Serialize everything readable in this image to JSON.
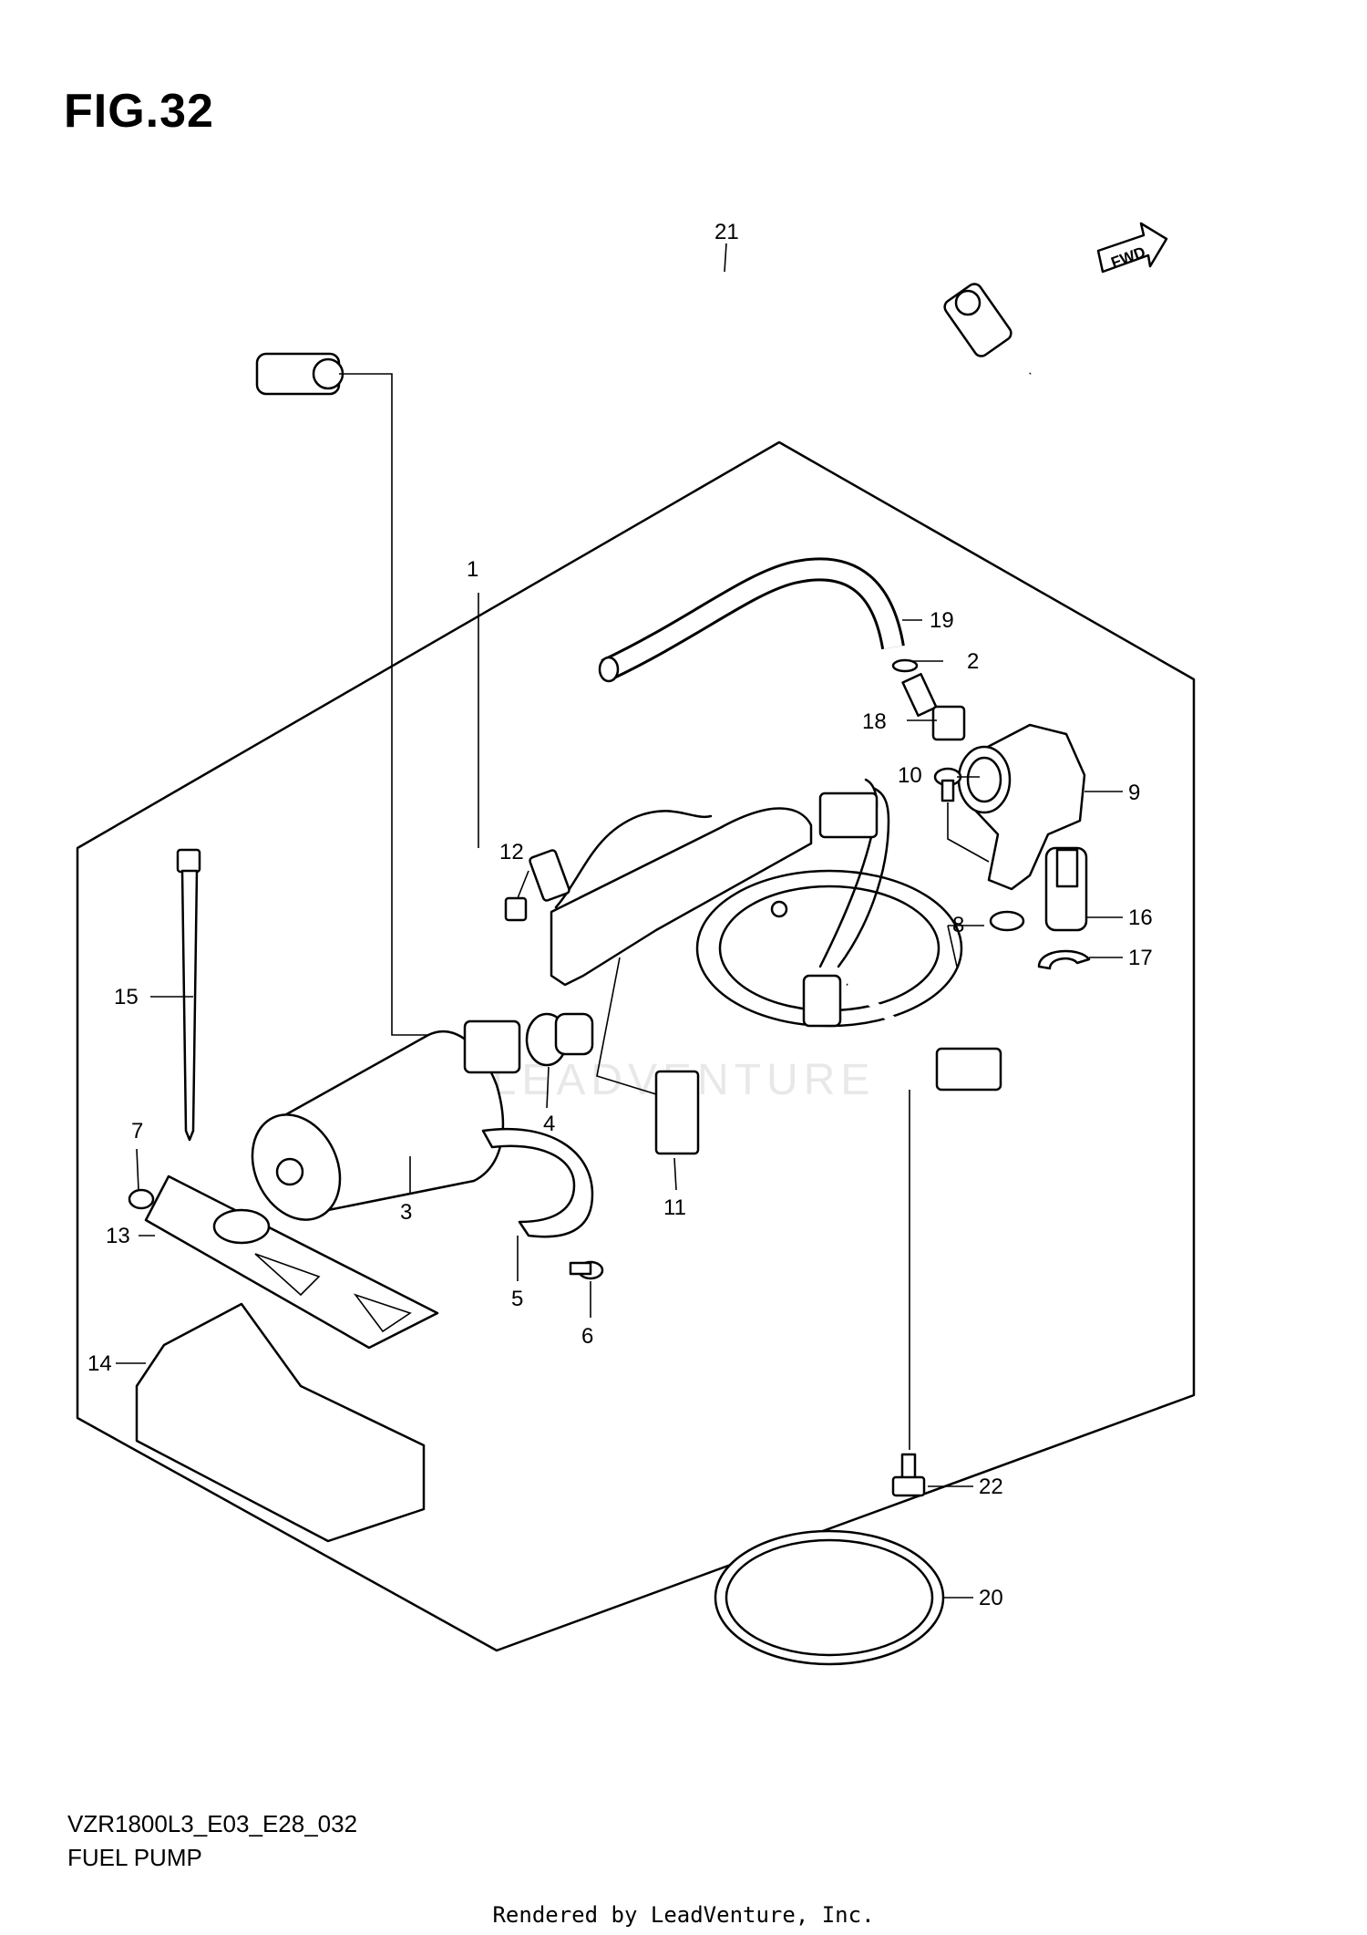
{
  "figure": {
    "title": "FIG.32"
  },
  "footer": {
    "model_code": "VZR1800L3_E03_E28_032",
    "diagram_name": "FUEL PUMP",
    "rendered_by": "Rendered by LeadVenture, Inc."
  },
  "watermark": {
    "text": "LEADVENTURE"
  },
  "fwd_badge": {
    "text": "FWD"
  },
  "callouts": {
    "c1": "1",
    "c2": "2",
    "c3": "3",
    "c4": "4",
    "c5": "5",
    "c6": "6",
    "c7": "7",
    "c8": "8",
    "c9": "9",
    "c10": "10",
    "c11": "11",
    "c12": "12",
    "c13": "13",
    "c14": "14",
    "c15": "15",
    "c16": "16",
    "c17": "17",
    "c18": "18",
    "c19": "19",
    "c20": "20",
    "c21": "21",
    "c22": "22"
  }
}
